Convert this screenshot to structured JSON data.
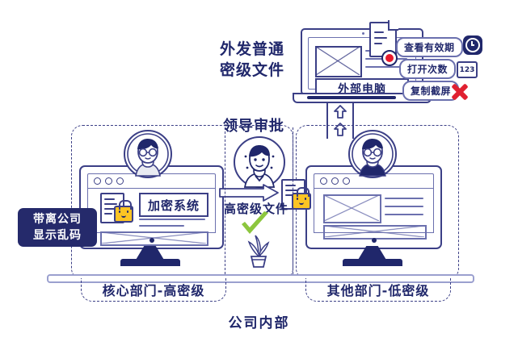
{
  "diagram": {
    "title_external_send": "外发普通\n密级文件",
    "external_send_line1": "外发普通",
    "external_send_line2": "密级文件",
    "external_computer_label": "外部电脑",
    "approval_label": "领导审批",
    "high_secret_file_label": "高密级文件",
    "encryption_system_label": "加密系统",
    "company_internal_label": "公司内部",
    "colors": {
      "navy": "#20276b",
      "blue_line": "#3b3f86",
      "light_blue": "#6b70ae",
      "lock_yellow": "#fcc423",
      "red": "#e02030",
      "green": "#8cc63e",
      "dark_badge": "#252a6b"
    }
  },
  "badges": [
    {
      "label": "查看有效期",
      "icon": "clock-icon"
    },
    {
      "label": "打开次数",
      "icon": "counter-123-icon",
      "icon_text": "123"
    },
    {
      "label": "复制截屏",
      "icon": "red-x-icon"
    }
  ],
  "dark_callout": {
    "line1": "带离公司",
    "line2": "显示乱码"
  },
  "departments": [
    {
      "name": "核心部门-高密级",
      "level": "high"
    },
    {
      "name": "其他部门-低密级",
      "level": "low"
    }
  ],
  "icons": {
    "document": "document-icon",
    "lock": "lock-icon",
    "envelope": "envelope-icon",
    "red_dot": "red-dot-icon",
    "up_arrow": "up-arrow-icon",
    "right_arrow": "right-arrow-icon",
    "green_check": "green-check-icon",
    "plant": "potted-plant-icon",
    "avatar": "person-avatar-icon",
    "window_dots": "window-dots-icon"
  }
}
